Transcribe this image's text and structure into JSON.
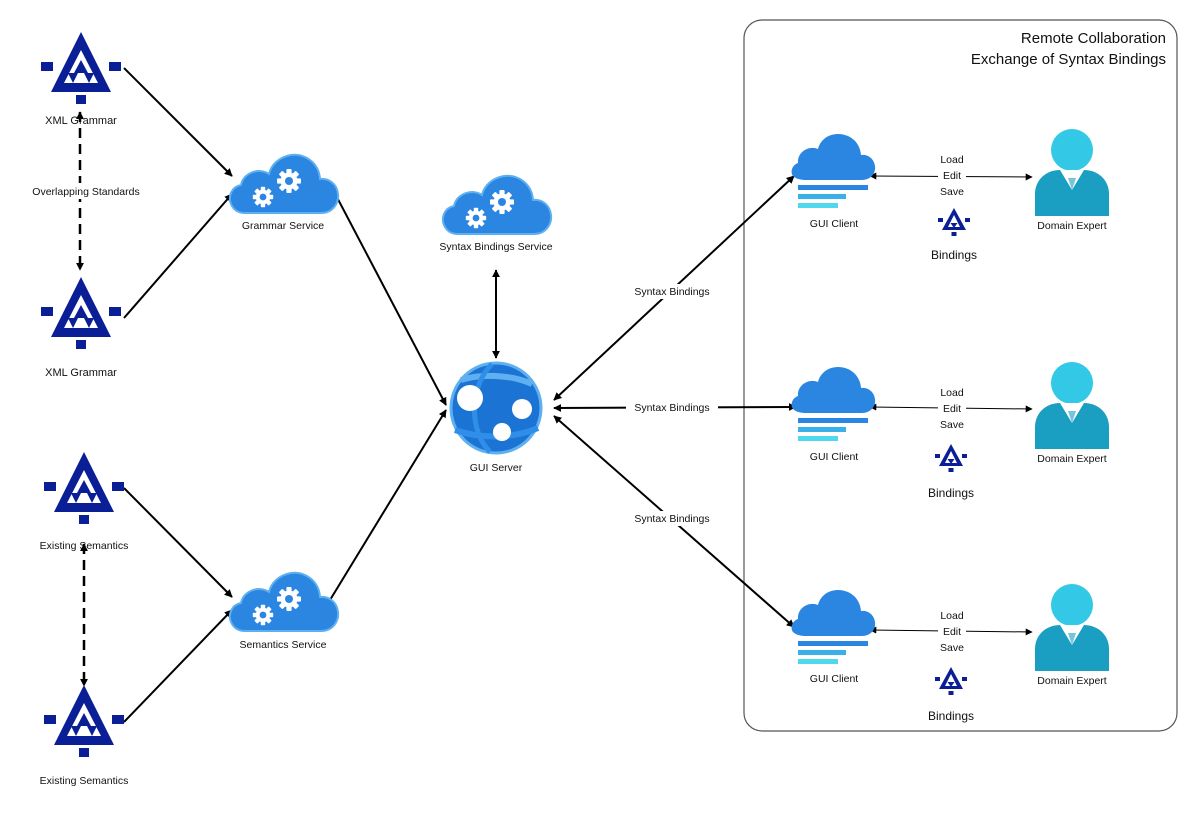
{
  "group": {
    "title_line1": "Remote Collaboration",
    "title_line2": "Exchange of Syntax Bindings"
  },
  "nodes": {
    "xml_grammar_1": "XML Grammar",
    "xml_grammar_2": "XML Grammar",
    "existing_semantics_1": "Existing Semantics",
    "existing_semantics_2": "Existing Semantics",
    "grammar_service": "Grammar Service",
    "semantics_service": "Semantics Service",
    "syntax_bindings_service": "Syntax Bindings Service",
    "gui_server": "GUI Server",
    "gui_client_1": "GUI Client",
    "gui_client_2": "GUI Client",
    "gui_client_3": "GUI Client",
    "domain_expert_1": "Domain Expert",
    "domain_expert_2": "Domain Expert",
    "domain_expert_3": "Domain Expert",
    "bindings_1": "Bindings",
    "bindings_2": "Bindings",
    "bindings_3": "Bindings"
  },
  "edges": {
    "overlapping_standards": "Overlapping Standards",
    "syntax_bindings_1": "Syntax Bindings",
    "syntax_bindings_2": "Syntax Bindings",
    "syntax_bindings_3": "Syntax Bindings",
    "load": "Load",
    "edit": "Edit",
    "save": "Save"
  },
  "icons": {
    "standard": "triangle-standard-icon",
    "service": "cloud-gear-icon",
    "server": "web-app-globe-icon",
    "client": "cloud-client-icon",
    "user": "user-icon"
  },
  "colors": {
    "standard_navy": "#0a1f96",
    "azure_blue": "#1b74d4",
    "azure_light": "#5fb0f0",
    "client_cyan": "#4fd8ee",
    "user_cyan": "#32c8e6",
    "group_border": "#555555"
  }
}
